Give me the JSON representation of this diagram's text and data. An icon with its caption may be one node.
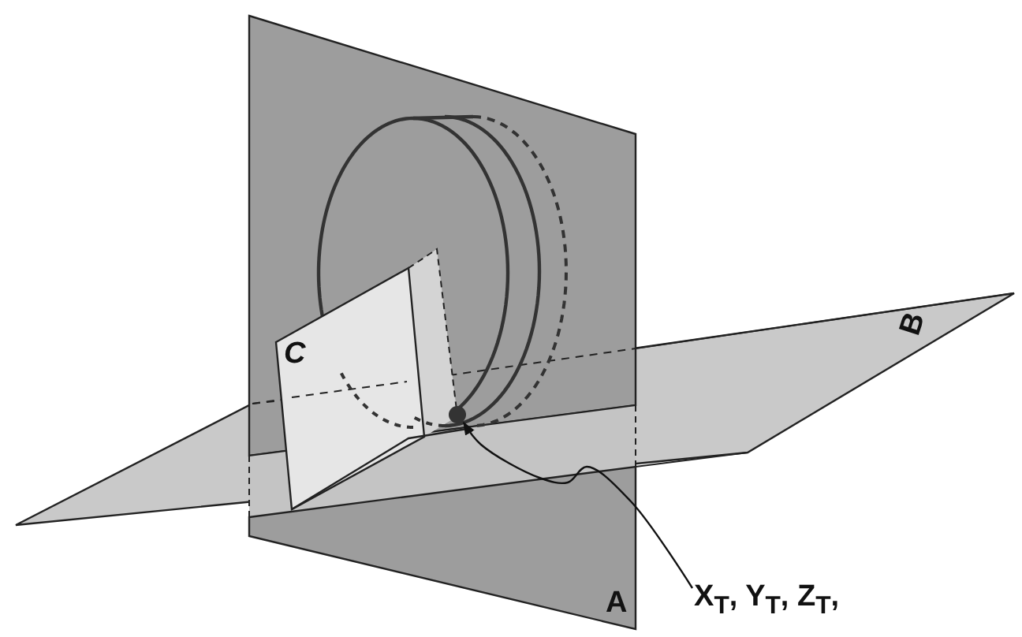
{
  "diagram": {
    "nodes": [
      {
        "text": [
          "X$_{T}$, Y$_{T}$, Z$_{T}$,"
        ]
      },
      {
        "text": [],
        "shape": "circle"
      }
    ],
    "edges": [
      {
        "from": 0,
        "to": 1,
        "arrow": "to"
      }
    ],
    "labels": [
      "B",
      "C",
      "A"
    ]
  }
}
